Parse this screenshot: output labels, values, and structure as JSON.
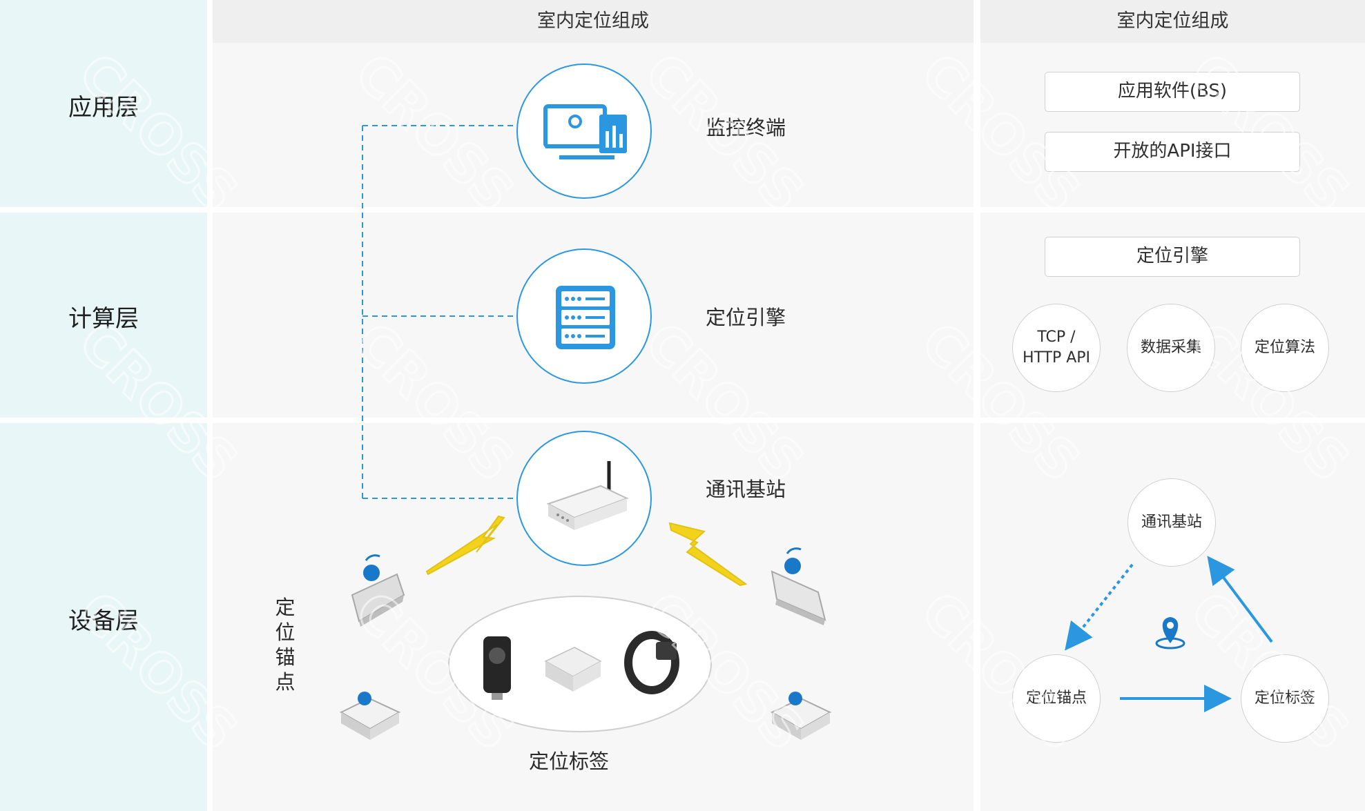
{
  "layers": {
    "application": "应用层",
    "compute": "计算层",
    "device": "设备层"
  },
  "columns": {
    "left_header": "室内定位组成",
    "right_header": "室内定位组成"
  },
  "components": {
    "monitor_terminal": "监控终端",
    "positioning_engine": "定位引擎",
    "comm_base_station": "通讯基站",
    "positioning_anchor": "定位锚点",
    "positioning_tag": "定位标签"
  },
  "right_panel": {
    "app_software": "应用软件(BS)",
    "open_api": "开放的API接口",
    "engine": "定位引擎",
    "tcp_line1": "TCP /",
    "tcp_line2": "HTTP API",
    "data_collection": "数据采集",
    "positioning_algorithm": "定位算法",
    "base_station": "通讯基站",
    "anchor": "定位锚点",
    "tag": "定位标签"
  },
  "watermark": "CROSS",
  "colors": {
    "accent_blue": "#2a97e0",
    "lightning_yellow": "#f2d21a",
    "layer_bg": "#e9f6f8",
    "panel_bg": "#f7f7f7"
  }
}
